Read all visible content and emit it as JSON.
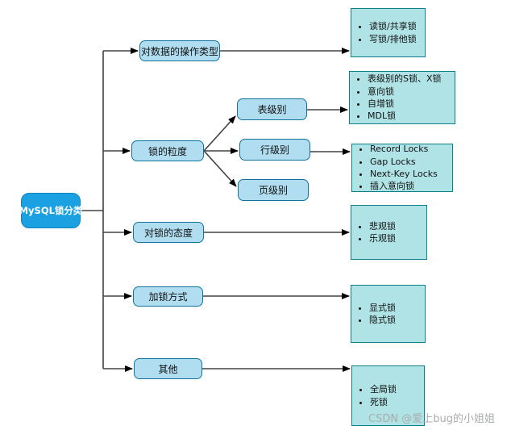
{
  "diagram": {
    "title_node": "MySQL锁分类",
    "branches": [
      {
        "label": "对数据的操作类型"
      },
      {
        "label": "锁的粒度"
      },
      {
        "label": "对锁的态度"
      },
      {
        "label": "加锁方式"
      },
      {
        "label": "其他"
      }
    ],
    "granularity_children": [
      {
        "label": "表级别"
      },
      {
        "label": "行级别"
      },
      {
        "label": "页级别"
      }
    ],
    "leaves": [
      {
        "items": [
          "读锁/共享锁",
          "写锁/排他锁"
        ]
      },
      {
        "items": [
          "表级别的S锁、X锁",
          "意向锁",
          "自增锁",
          "MDL锁"
        ]
      },
      {
        "items": [
          "Record Locks",
          "Gap Locks",
          "Next-Key Locks",
          "插入意向锁"
        ]
      },
      {
        "items": [
          "悲观锁",
          "乐观锁"
        ]
      },
      {
        "items": [
          "显式锁",
          "隐式锁"
        ]
      },
      {
        "items": [
          "全局锁",
          "死锁"
        ]
      }
    ],
    "colors": {
      "root_fill": "#1BA1E2",
      "root_text": "#ffffff",
      "branch_fill": "#B1DDF0",
      "branch_stroke": "#10739E",
      "leaf_fill": "#B0E3E6",
      "leaf_stroke": "#0E8088",
      "connector": "#424242"
    }
  },
  "watermark": {
    "text": "CSDN @爱上bug的小姐姐"
  }
}
